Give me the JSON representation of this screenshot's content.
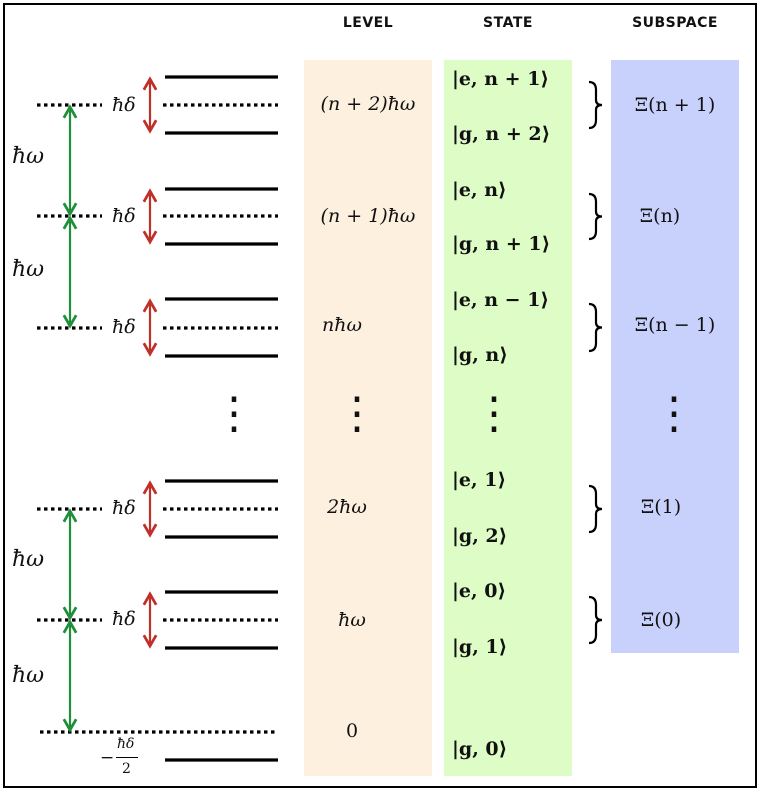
{
  "headers": {
    "level": "LEVEL",
    "state": "STATE",
    "subspace": "SUBSPACE"
  },
  "colors": {
    "level_bg": "#fdf0df",
    "state_bg": "#ddfcc6",
    "subspace_bg": "#c8d1fc",
    "green_arrow": "#1f8f3a",
    "red_arrow": "#c0302a",
    "line": "#000000"
  },
  "hbar_omega": "ħω",
  "hbar_delta": "ħδ",
  "minus_half": {
    "sign": "−",
    "num": "ħδ",
    "den": "2"
  },
  "vdots": "⋮",
  "rows": [
    {
      "level": "(n + 2)ħω",
      "state_top": "|e, n + 1⟩",
      "state_bottom": "|g, n + 2⟩",
      "subspace": "Ξ(n + 1)"
    },
    {
      "level": "(n + 1)ħω",
      "state_top": "|e, n⟩",
      "state_bottom": "|g, n + 1⟩",
      "subspace": "Ξ(n)"
    },
    {
      "level": "nħω",
      "state_top": "|e, n − 1⟩",
      "state_bottom": "|g, n⟩",
      "subspace": "Ξ(n − 1)"
    },
    {
      "level": "2ħω",
      "state_top": "|e, 1⟩",
      "state_bottom": "|g, 2⟩",
      "subspace": "Ξ(1)"
    },
    {
      "level": "ħω",
      "state_top": "|e, 0⟩",
      "state_bottom": "|g, 1⟩",
      "subspace": "Ξ(0)"
    }
  ],
  "ground": {
    "level": "0",
    "state": "|g, 0⟩"
  }
}
